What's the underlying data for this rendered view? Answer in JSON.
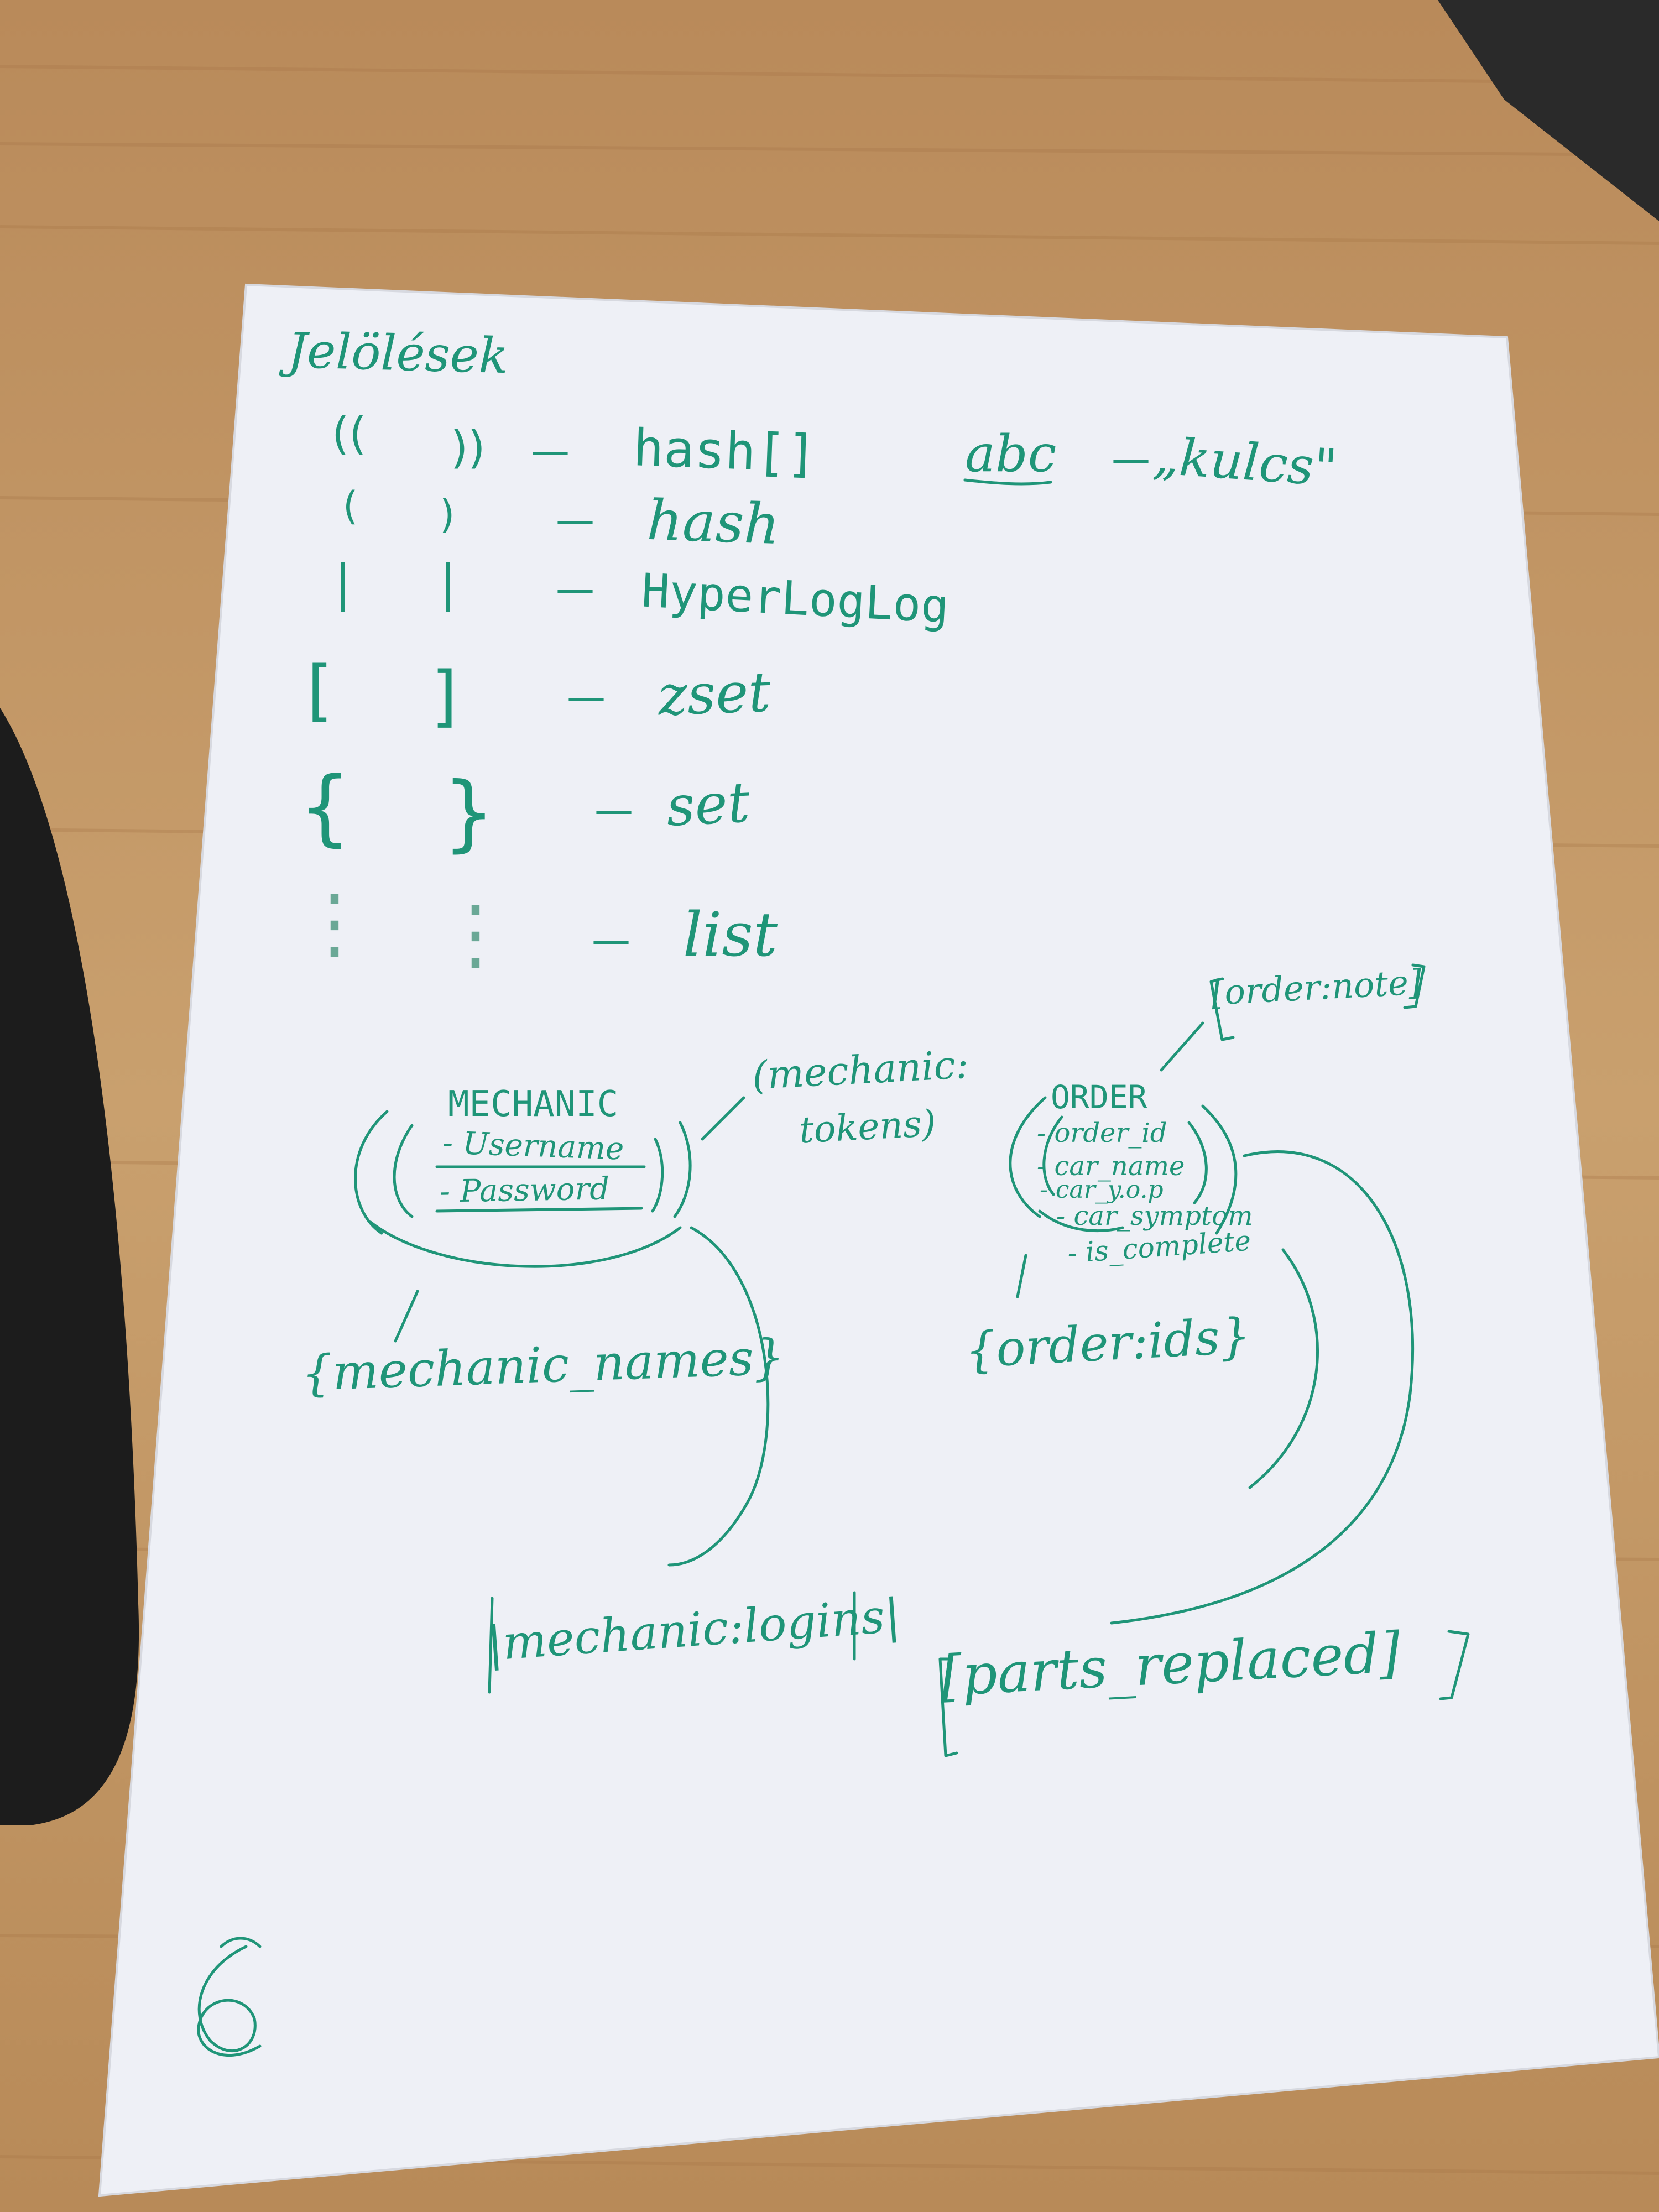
{
  "header": {
    "title": "Jelölések"
  },
  "legend": [
    {
      "symbol_left": "((",
      "symbol_right": "))",
      "dash": "—",
      "meaning": "hash[]"
    },
    {
      "symbol_left": "(",
      "symbol_right": ")",
      "dash": "—",
      "meaning": "hash"
    },
    {
      "symbol_left": "|",
      "symbol_right": "|",
      "dash": "—",
      "meaning": "HyperLogLog"
    },
    {
      "symbol_left": "[",
      "symbol_right": "]",
      "dash": "—",
      "meaning": "zset"
    },
    {
      "symbol_left": "{",
      "symbol_right": "}",
      "dash": "—",
      "meaning": "set"
    },
    {
      "symbol_left": "⋮",
      "symbol_right": "⋮",
      "dash": "—",
      "meaning": "list"
    }
  ],
  "key_note": {
    "example": "abc",
    "dash": "—",
    "meaning": "„kulcs\""
  },
  "diagram": {
    "mechanic": {
      "title": "MECHANIC",
      "fields": [
        "- Username",
        "- Password"
      ]
    },
    "mechanic_tokens": {
      "line1": "(mechanic:",
      "line2": "tokens)"
    },
    "mechanic_names": "{mechanic_names}",
    "mechanic_logins": "|mechanic:logins|",
    "order": {
      "title": "ORDER",
      "fields": [
        "- order_id",
        "- car_name",
        "- car_y.o.p",
        "- car_symptom",
        "- is_complete"
      ]
    },
    "order_note": "[order:note]",
    "order_ids": "{order:ids}",
    "parts_replaced": "[parts_replaced]"
  },
  "colors": {
    "ink": "#1f9578",
    "paper": "#eef0f6",
    "wood": "#c79a66"
  },
  "icons": {
    "corner_mark": "cursive-signature-icon"
  }
}
